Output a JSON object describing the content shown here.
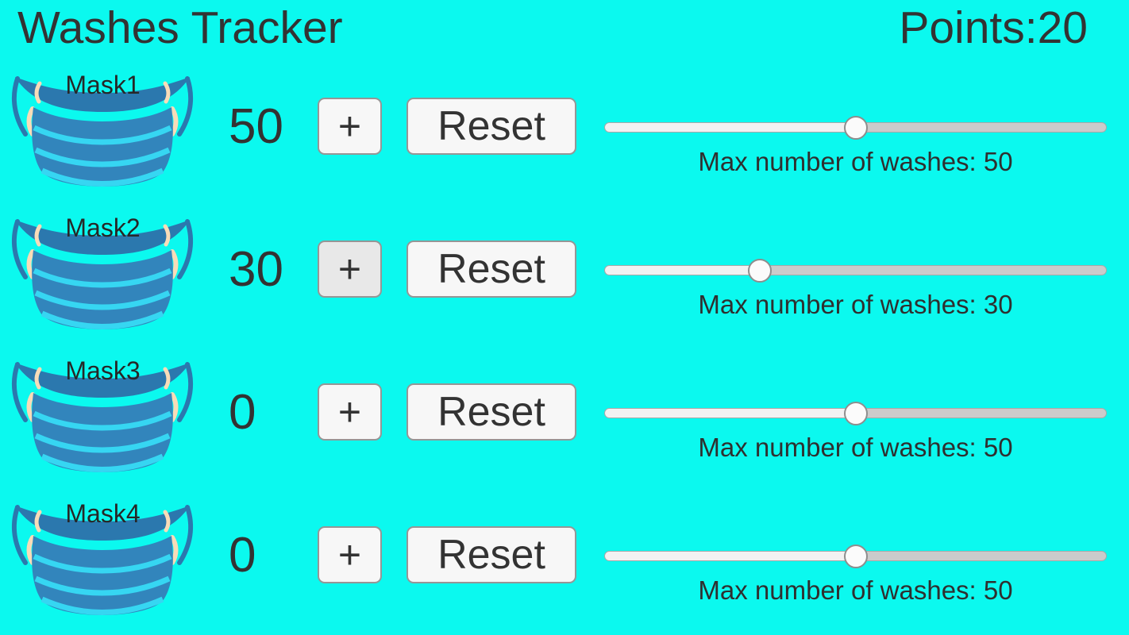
{
  "header": {
    "title": "Washes Tracker",
    "points_label": "Points:",
    "points_value": "20"
  },
  "colors": {
    "background": "#0BF9EF",
    "text": "#333333",
    "mask_body": "#3285BC",
    "mask_band": "#2B78AE",
    "mask_fold": "#36D6F2",
    "mask_strap_accent": "#F8DCB8",
    "button_bg": "#F7F7F7",
    "button_pressed_bg": "#E8E8E8",
    "slider_fill": "#F2F2F2",
    "slider_track": "#CBCBCB"
  },
  "rows": [
    {
      "mask_label": "Mask1",
      "count": "50",
      "plus_label": "+",
      "reset_label": "Reset",
      "slider_percent": 50,
      "max_label": "Max number of washes: 50",
      "plus_pressed": false
    },
    {
      "mask_label": "Mask2",
      "count": "30",
      "plus_label": "+",
      "reset_label": "Reset",
      "slider_percent": 30,
      "max_label": "Max number of washes: 30",
      "plus_pressed": true
    },
    {
      "mask_label": "Mask3",
      "count": "0",
      "plus_label": "+",
      "reset_label": "Reset",
      "slider_percent": 50,
      "max_label": "Max number of washes: 50",
      "plus_pressed": false
    },
    {
      "mask_label": "Mask4",
      "count": "0",
      "plus_label": "+",
      "reset_label": "Reset",
      "slider_percent": 50,
      "max_label": "Max number of washes: 50",
      "plus_pressed": false
    }
  ]
}
